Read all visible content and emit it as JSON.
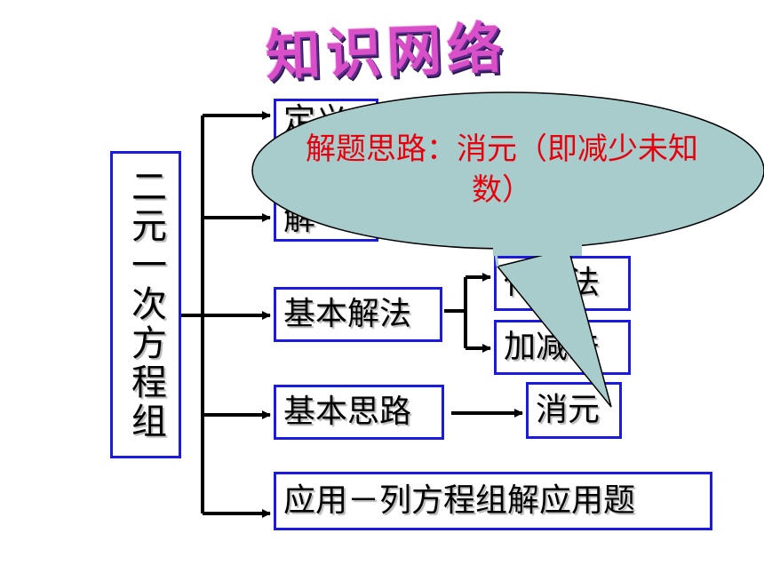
{
  "title": "知识网络图",
  "main_topic": "二元一次方程组",
  "branches": {
    "definition": "定义",
    "solution": "解",
    "basic_method": "基本解法",
    "basic_idea": "基本思路",
    "application": "应用－列方程组解应用题"
  },
  "methods": {
    "substitution": "代入法",
    "elimination": "加减法"
  },
  "idea_result": "消元",
  "callout": "解题思路：消元（即减少未知数）",
  "colors": {
    "box_border": "#1a1ae0",
    "callout_fill": "#a8cccc",
    "callout_text": "#e8000c",
    "title": "#d94fc8"
  }
}
